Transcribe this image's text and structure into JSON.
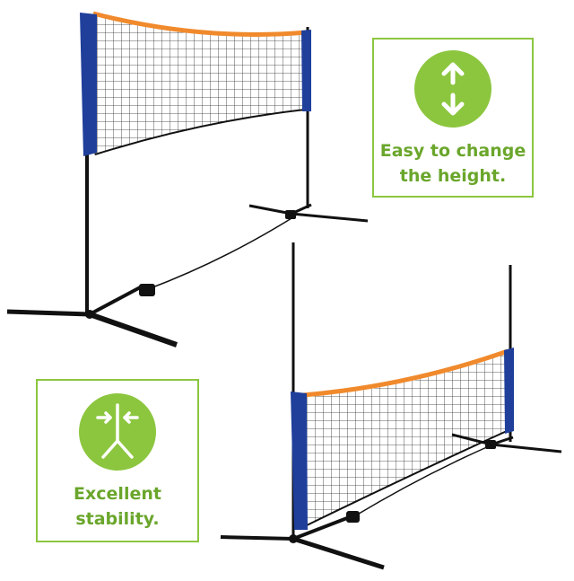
{
  "features": [
    {
      "icon": "up-down-arrows-icon",
      "lines": [
        "Easy to change",
        "the height."
      ]
    },
    {
      "icon": "tripod-stability-icon",
      "lines": [
        "Excellent",
        "stability."
      ]
    }
  ],
  "colors": {
    "accent_green": "#8cc63f",
    "caption_green": "#6aa62b",
    "net_blue": "#1f3f9a",
    "net_tape_orange": "#f08a2c",
    "frame_black": "#111111"
  }
}
